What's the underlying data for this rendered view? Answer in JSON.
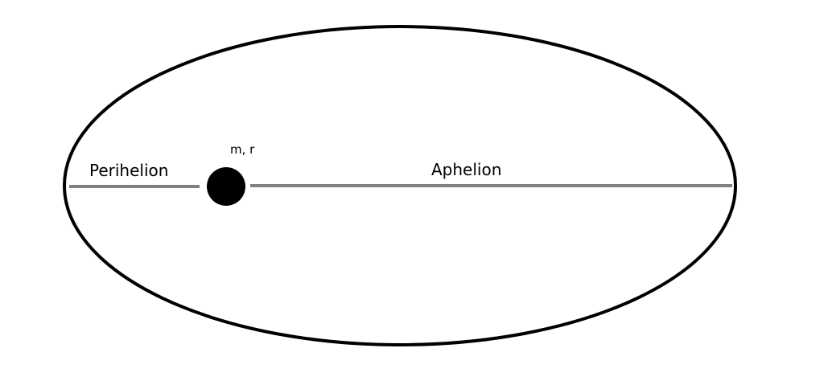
{
  "labels": {
    "perihelion": "Perihelion",
    "aphelion": "Aphelion",
    "body": "m, r"
  },
  "colors": {
    "orbit": "#000000",
    "axis": "#808080",
    "body": "#000000",
    "background": "#ffffff"
  }
}
